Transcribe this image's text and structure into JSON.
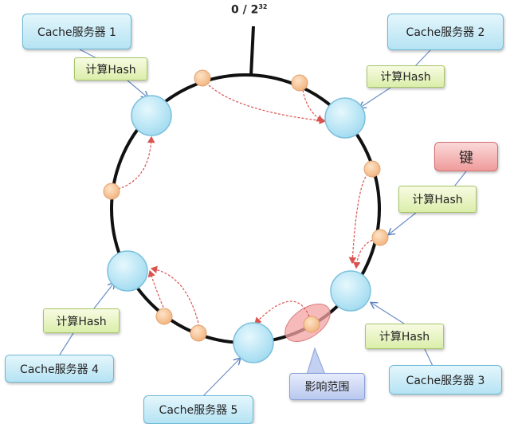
{
  "ring_label": {
    "base": "0 / 2",
    "exponent": "32"
  },
  "servers": [
    {
      "label": "Cache服务器 1"
    },
    {
      "label": "Cache服务器 2"
    },
    {
      "label": "Cache服务器 3"
    },
    {
      "label": "Cache服务器 4"
    },
    {
      "label": "Cache服务器 5"
    }
  ],
  "hash_label": "计算Hash",
  "key_label": "键",
  "impact_label": "影响范围",
  "colors": {
    "server": "#b5e3f3",
    "hash": "#dbeeaa",
    "key": "#ef9b9b",
    "node": "#f7c08a",
    "arrow": "#d9534f",
    "connector": "#6c8ec7"
  }
}
